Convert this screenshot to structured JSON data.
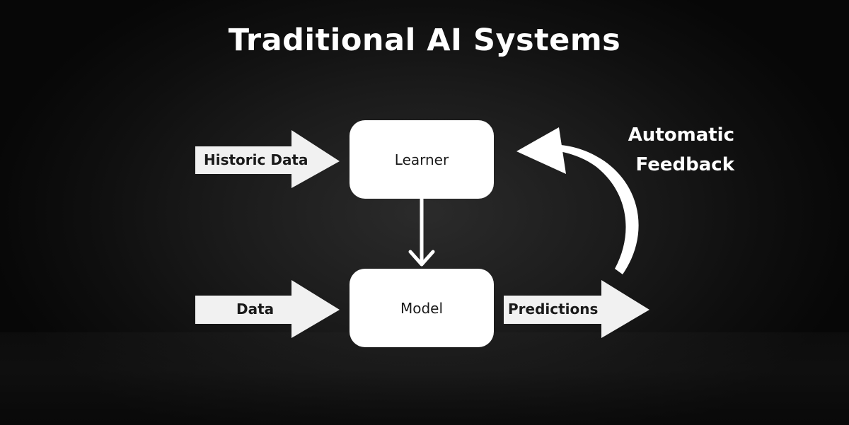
{
  "title": "Traditional AI Systems",
  "nodes": {
    "learner": "Learner",
    "model": "Model"
  },
  "arrows": {
    "historic_data": "Historic Data",
    "data": "Data",
    "predictions": "Predictions"
  },
  "feedback": {
    "line1": "Automatic",
    "line2": "Feedback"
  },
  "colors": {
    "background": "#1b1b1b",
    "box_fill": "#ffffff",
    "arrow_fill": "#f2f2f2",
    "text_dark": "#1a1a1a",
    "text_light": "#ffffff"
  }
}
